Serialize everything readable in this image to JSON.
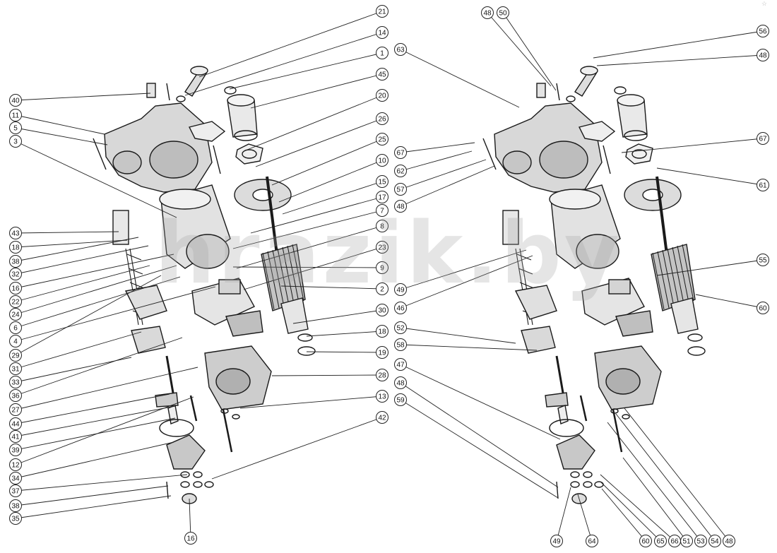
{
  "watermark": "hrazik.by",
  "corner_mark": "☆",
  "left_callouts": [
    "21",
    "14",
    "1",
    "45",
    "20",
    "26",
    "25",
    "10",
    "15",
    "17",
    "7",
    "8",
    "23",
    "9",
    "2",
    "30",
    "18",
    "19",
    "28",
    "13",
    "42",
    "40",
    "11",
    "5",
    "3",
    "43",
    "18",
    "38",
    "32",
    "16",
    "22",
    "24",
    "6",
    "4",
    "29",
    "31",
    "33",
    "36",
    "27",
    "44",
    "41",
    "39",
    "12",
    "34",
    "37",
    "38",
    "35",
    "16"
  ],
  "right_callouts": [
    "48",
    "50",
    "56",
    "48",
    "63",
    "67",
    "67",
    "62",
    "57",
    "61",
    "48",
    "55",
    "60",
    "49",
    "46",
    "52",
    "58",
    "47",
    "48",
    "59",
    "49",
    "64",
    "60",
    "65",
    "66",
    "51",
    "53",
    "54",
    "48"
  ]
}
